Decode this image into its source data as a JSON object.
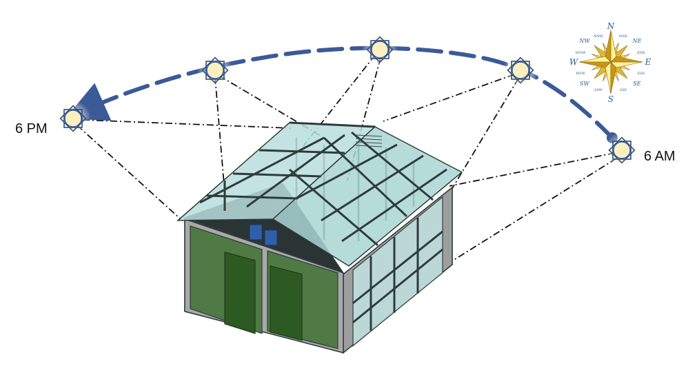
{
  "labels": {
    "evening": "6 PM",
    "morning": "6 AM"
  },
  "compass": {
    "cardinals": {
      "north": "N",
      "east": "E",
      "south": "S",
      "west": "W"
    },
    "intercardinals": {
      "ne": "NE",
      "se": "SE",
      "sw": "SW",
      "nw": "NW"
    },
    "secondary": {
      "nne": "NNE",
      "ene": "ENE",
      "ese": "ESE",
      "sse": "SSE",
      "ssw": "SSW",
      "wsw": "WSW",
      "wnw": "WNW",
      "nnw": "NNW"
    }
  },
  "colors": {
    "sun_path": "#3a5a98",
    "sun_fill": "#fdefc0",
    "sun_outline": "#2a4f8c",
    "glass": "#b9dedd",
    "glass_dark": "#8fc3c2",
    "frame": "#2f3b3b",
    "wall_grey": "#a8a8a8",
    "panel_green": "#4f7a45",
    "door_green": "#2d5a23",
    "compass_gold": "#e0b832",
    "compass_text": "#2a5d8f"
  }
}
